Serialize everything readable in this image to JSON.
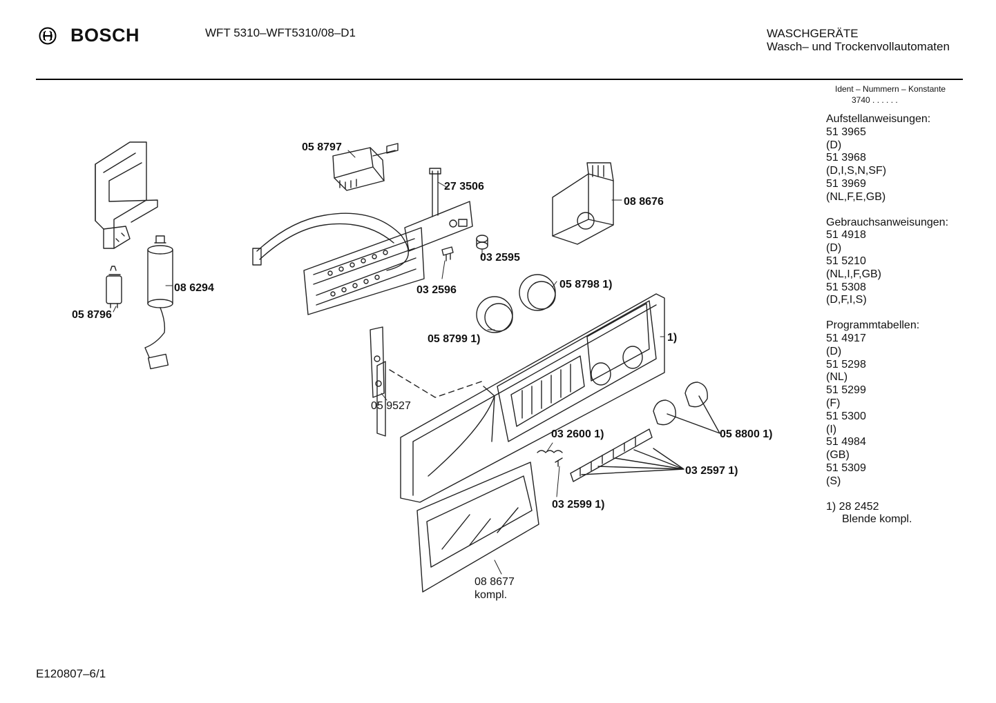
{
  "header": {
    "brand": "BOSCH",
    "model": "WFT 5310–WFT5310/08–D1",
    "category": "WASCHGERÄTE",
    "subcategory": "Wasch– und Trockenvollautomaten"
  },
  "ident": {
    "label": "Ident – Nummern – Konstante",
    "constant": "3740 . .   . . . ."
  },
  "documents": [
    {
      "title": "Aufstellanweisungen:",
      "items": [
        "51 3965",
        "(D)",
        "51 3968",
        "(D,I,S,N,SF)",
        "51 3969",
        "(NL,F,E,GB)"
      ]
    },
    {
      "title": "Gebrauchsanweisungen:",
      "items": [
        "51 4918",
        "(D)",
        "51 5210",
        "(NL,I,F,GB)",
        "51 5308",
        "(D,F,I,S)"
      ]
    },
    {
      "title": "Programmtabellen:",
      "items": [
        "51 4917",
        "(D)",
        "51 5298",
        "(NL)",
        "51 5299",
        "(F)",
        "51 5300",
        "(I)",
        "51 4984",
        "(GB)",
        "51 5309",
        "(S)"
      ]
    }
  ],
  "footnote": {
    "ref": "1)  28 2452",
    "text": "Blende kompl."
  },
  "footer": "E120807–6/1",
  "parts": {
    "p058797": "05 8797",
    "p273506": "27 3506",
    "p088676": "08 8676",
    "p032595": "03 2595",
    "p032596": "03 2596",
    "p086294": "08 6294",
    "p058796": "05 8796",
    "p0587981": "05 8798 1)",
    "p0587991": "05 8799 1)",
    "panel": "1)",
    "p059527": "05 9527",
    "p0326001": "03 2600 1)",
    "p0588001": "05 8800 1)",
    "p0325971": "03 2597 1)",
    "p0325991": "03 2599 1)",
    "p088677": "08 8677",
    "p088677b": "kompl."
  }
}
